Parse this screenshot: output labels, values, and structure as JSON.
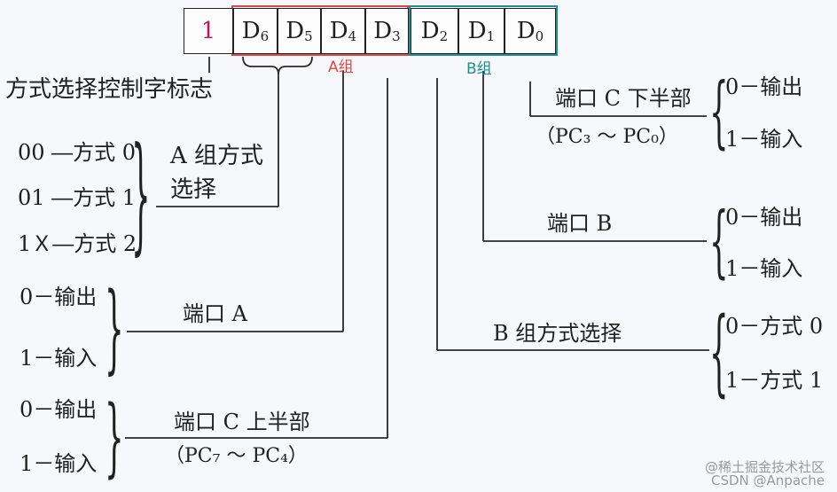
{
  "control_word": {
    "cells": [
      {
        "id": "d7",
        "main": "1",
        "sub": "",
        "color": "#c0195a"
      },
      {
        "id": "d6",
        "main": "D",
        "sub": "6",
        "color": "#1f1f1f"
      },
      {
        "id": "d5",
        "main": "D",
        "sub": "5",
        "color": "#1f1f1f"
      },
      {
        "id": "d4",
        "main": "D",
        "sub": "4",
        "color": "#1f1f1f"
      },
      {
        "id": "d3",
        "main": "D",
        "sub": "3",
        "color": "#1f1f1f"
      },
      {
        "id": "d2",
        "main": "D",
        "sub": "2",
        "color": "#1f1f1f"
      },
      {
        "id": "d1",
        "main": "D",
        "sub": "1",
        "color": "#1f1f1f"
      },
      {
        "id": "d0",
        "main": "D",
        "sub": "0",
        "color": "#1f1f1f"
      }
    ],
    "group_a_label": "A组",
    "group_b_label": "B组",
    "group_a_color": "#e04848",
    "group_b_color": "#1f8f8f"
  },
  "flag_label": "方式选择控制字标志",
  "group_a_mode": {
    "title_line1": "A 组方式",
    "title_line2": "选择",
    "options": [
      "00 ―方式 0",
      "01 ―方式 1",
      "1Ｘ―方式 2"
    ]
  },
  "port_a": {
    "title": "端口 A",
    "options": [
      "0－输出",
      "1－输入"
    ]
  },
  "port_c_upper": {
    "title": "端口 C 上半部",
    "range": "（PC₇ ～ PC₄）",
    "options": [
      "0－输出",
      "1－输入"
    ]
  },
  "port_c_lower": {
    "title": "端口 C 下半部",
    "range": "（PC₃ ～ PC₀）",
    "options": [
      "0－输出",
      "1－输入"
    ]
  },
  "port_b": {
    "title": "端口 B",
    "options": [
      "0－输出",
      "1－输入"
    ]
  },
  "group_b_mode": {
    "title": "B 组方式选择",
    "options": [
      "0－方式 0",
      "1－方式 1"
    ]
  },
  "watermark": {
    "line1": "@稀土掘金技术社区",
    "line2": "CSDN @Anpache"
  }
}
